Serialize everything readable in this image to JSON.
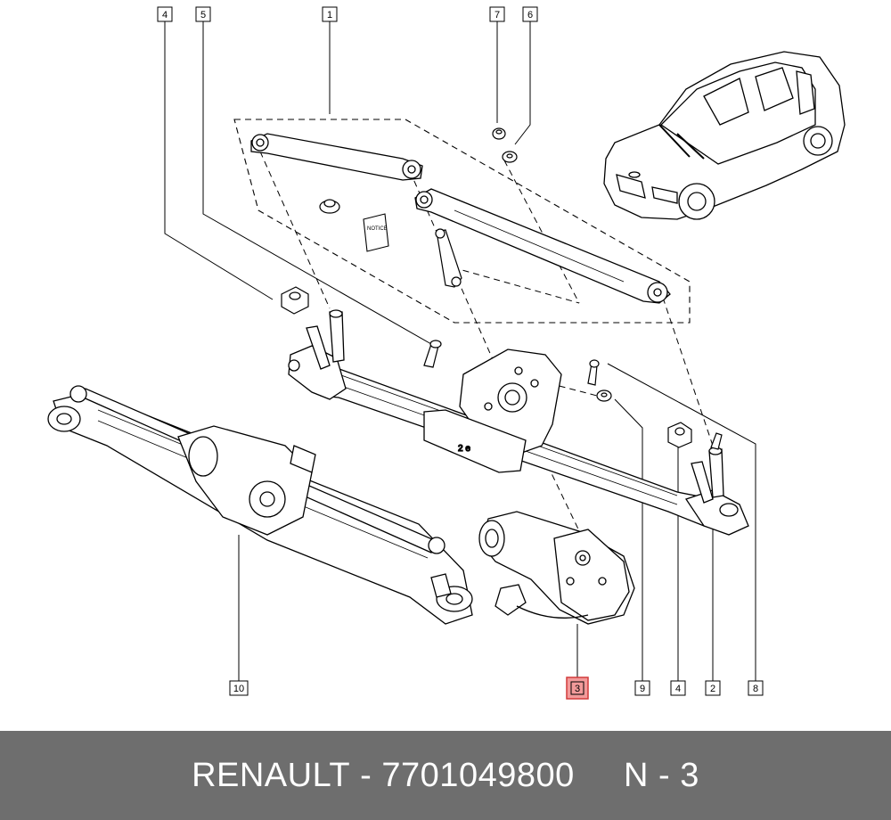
{
  "callouts": [
    {
      "id": "c4a",
      "label": "4"
    },
    {
      "id": "c5",
      "label": "5"
    },
    {
      "id": "c1",
      "label": "1"
    },
    {
      "id": "c7",
      "label": "7"
    },
    {
      "id": "c6",
      "label": "6"
    },
    {
      "id": "c10",
      "label": "10"
    },
    {
      "id": "c3",
      "label": "3",
      "highlight": true
    },
    {
      "id": "c9",
      "label": "9"
    },
    {
      "id": "c4b",
      "label": "4"
    },
    {
      "id": "c2",
      "label": "2"
    },
    {
      "id": "c8",
      "label": "8"
    }
  ],
  "notice_label": "NOTICE",
  "colors": {
    "highlight_fill": "#f29a9a",
    "highlight_stroke": "#d23b3b",
    "footer_bg": "#6e6e6e"
  },
  "footer": {
    "brand": "RENAULT",
    "separator": " - ",
    "part_number": "7701049800",
    "gap": "     ",
    "ref": "N - 3"
  }
}
